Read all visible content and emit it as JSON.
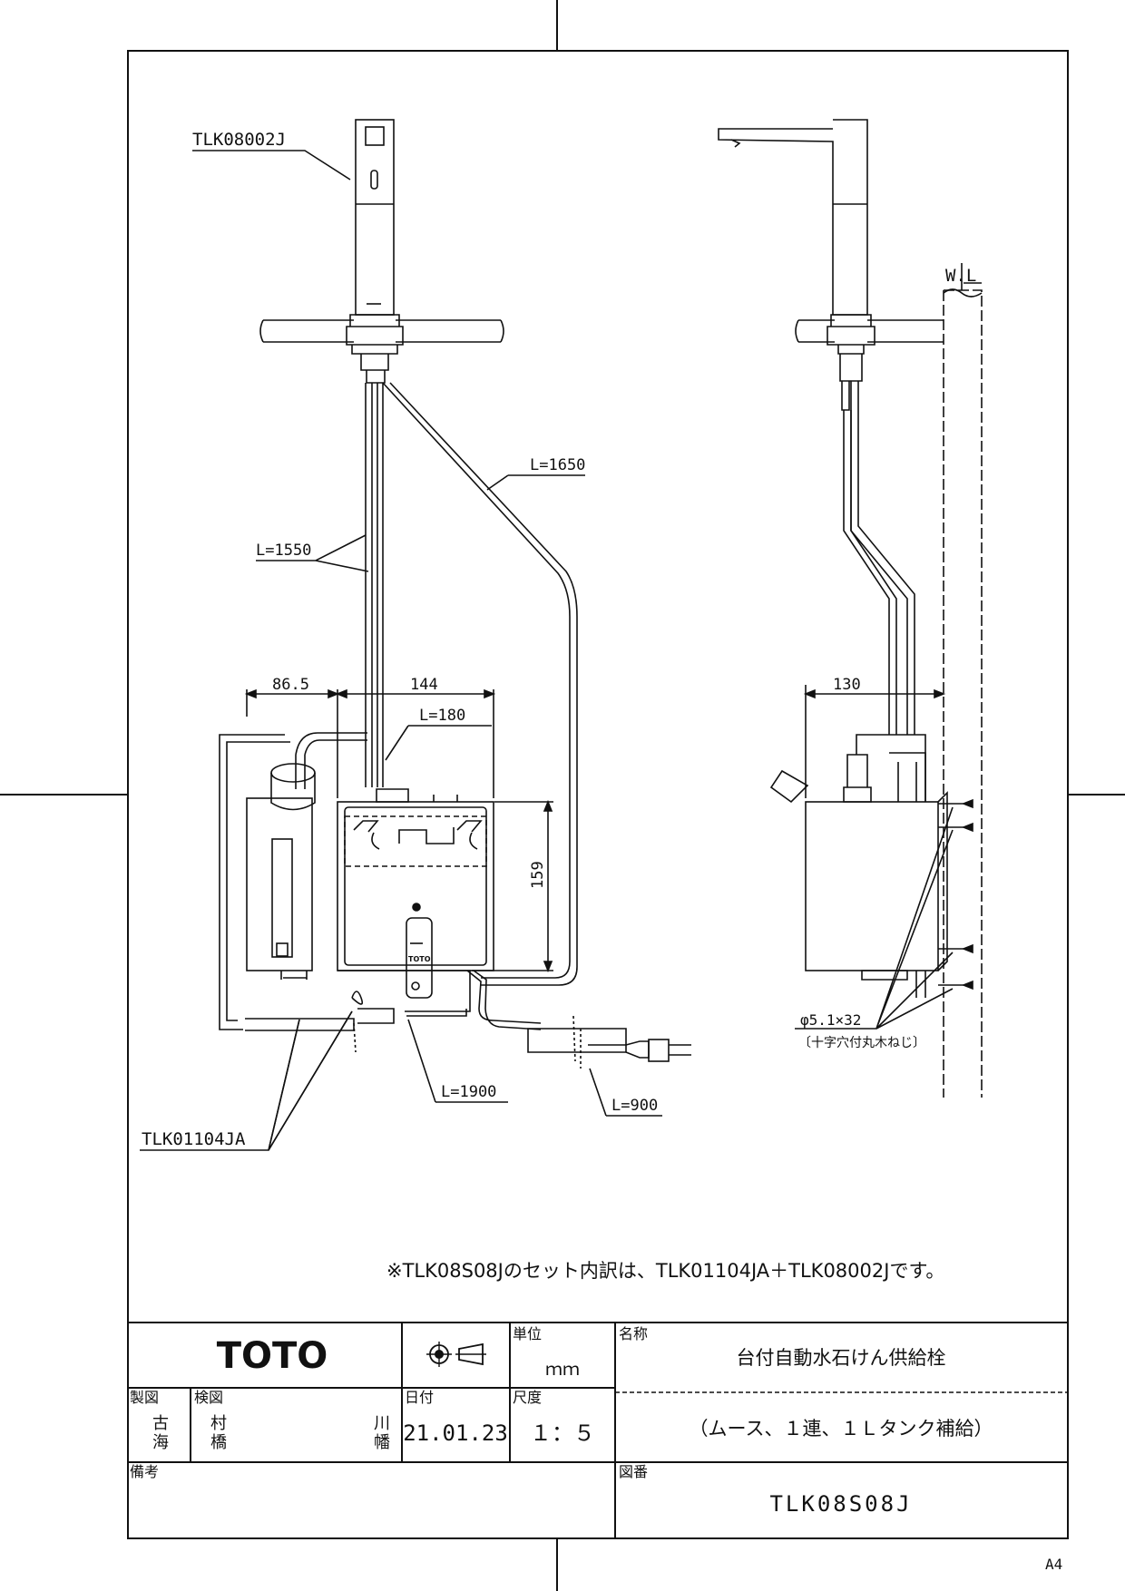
{
  "drawing": {
    "callouts": {
      "faucet_model": "TLK08002J",
      "tank_model": "TLK01104JA",
      "tube_l1650": "L=1650",
      "tube_l1550": "L=1550",
      "tube_l180": "L=180",
      "tube_l1900": "L=1900",
      "cord_l900": "L=900",
      "wall_line": "W.L",
      "screw_spec": "φ5.1×32",
      "screw_desc": "〔十字穴付丸木ねじ〕"
    },
    "dimensions": {
      "width_left": "86.5",
      "width_right": "144",
      "height_box": "159",
      "depth_side": "130"
    },
    "tank_label": "TOTO",
    "note": "※TLK08S08Jのセット内訳は、TLK01104JA＋TLK08002Jです。"
  },
  "title_block": {
    "logo": "TOTO",
    "unit_label": "単位",
    "unit_value": "ｍｍ",
    "name_label": "名称",
    "product_name": "台付自動水石けん供給栓",
    "product_subtitle": "（ムース、１連、１Ｌタンク補給）",
    "drawn_label": "製図",
    "drawn_by_1": "古",
    "drawn_by_2": "海",
    "checked_label": "検図",
    "checked_by_1a": "村",
    "checked_by_1b": "橋",
    "checked_by_2a": "川",
    "checked_by_2b": "幡",
    "date_label": "日付",
    "date_value": "21.01.23",
    "scale_label": "尺度",
    "scale_value": "１：５",
    "remarks_label": "備考",
    "drawing_no_label": "図番",
    "drawing_no": "TLK08S08J"
  },
  "paper_size": "A4"
}
